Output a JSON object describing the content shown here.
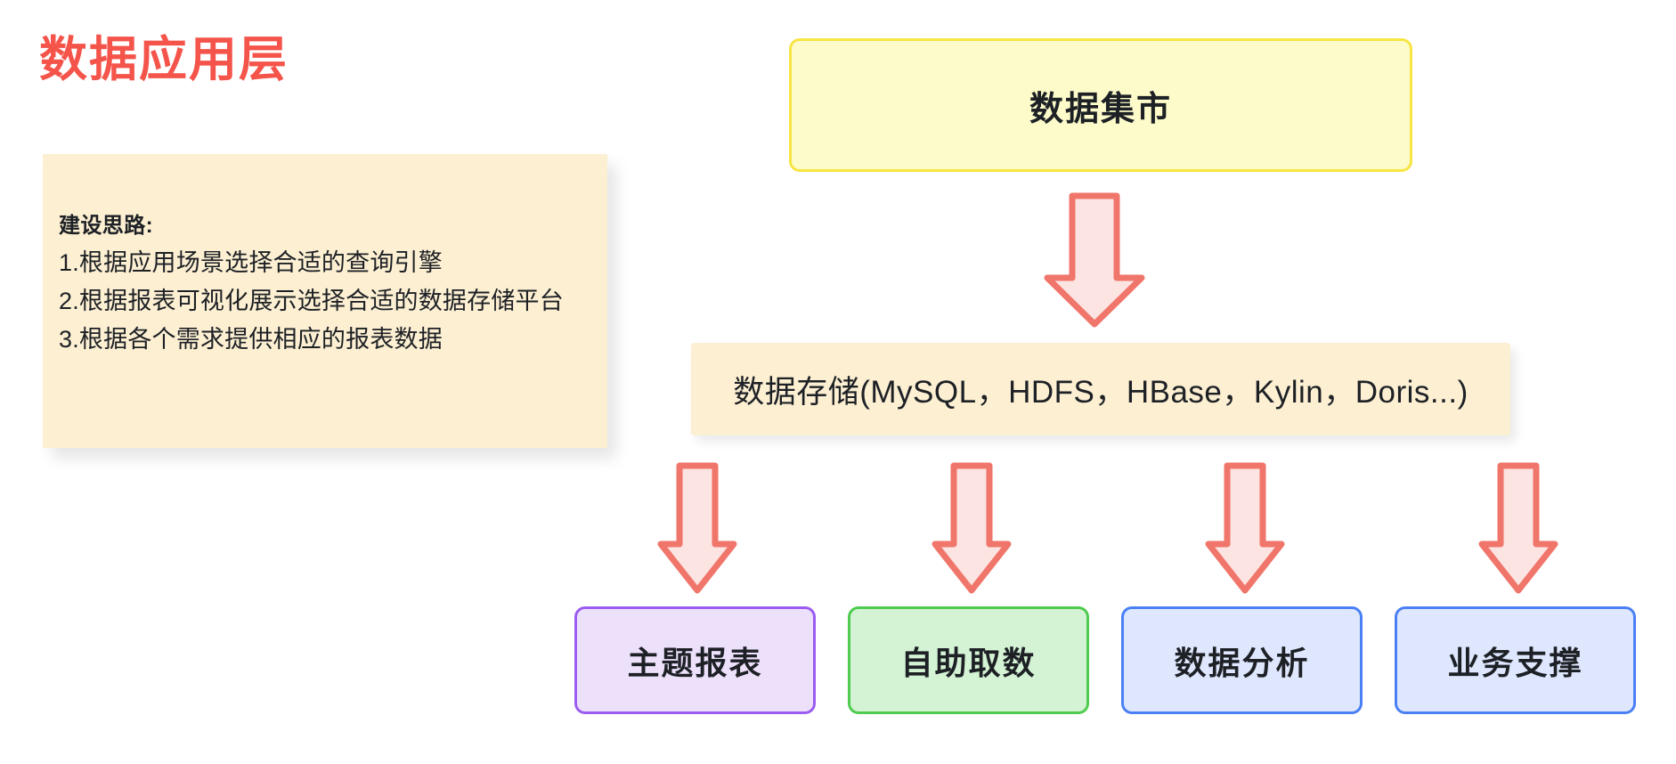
{
  "page": {
    "title": "数据应用层",
    "title_color": "#F4544A",
    "background": "#FFFFFF"
  },
  "notes": {
    "heading": "建设思路:",
    "lines": [
      "1.根据应用场景选择合适的查询引擎",
      "2.根据报表可视化展示选择合适的数据存储平台",
      "3.根据各个需求提供相应的报表数据"
    ],
    "background": "#FCEFD2"
  },
  "flow": {
    "mart": {
      "label": "数据集市",
      "fill": "#FCFBC9",
      "border": "#F7E544"
    },
    "storage": {
      "label": "数据存储(MySQL，HDFS，HBase，Kylin，Doris...)",
      "fill": "#FCEFD2"
    },
    "leaves": [
      {
        "label": "主题报表",
        "fill": "#EDE0FB",
        "border": "#9B5CF0"
      },
      {
        "label": "自助取数",
        "fill": "#D4F3D4",
        "border": "#4FCB4F"
      },
      {
        "label": "数据分析",
        "fill": "#DEE7FD",
        "border": "#4B80F5"
      },
      {
        "label": "业务支撑",
        "fill": "#DEE7FD",
        "border": "#4B80F5"
      }
    ],
    "arrow": {
      "fill": "#FCE4E2",
      "stroke": "#F0756A",
      "direction": "down"
    }
  }
}
